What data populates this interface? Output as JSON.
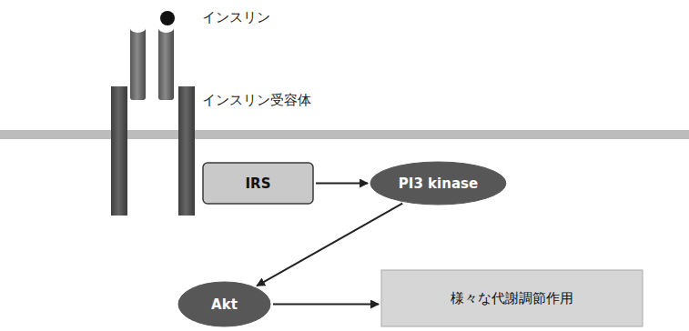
{
  "diagram": {
    "nodes": [
      {
        "text": [
          "IRS"
        ]
      },
      {
        "text": [
          "PI3 kinase"
        ]
      },
      {
        "text": [
          "Akt"
        ]
      },
      {
        "text": [
          "様々な代謝調節作用"
        ]
      }
    ],
    "edges": [
      {
        "from": 0,
        "to": 1,
        "arrow": "to"
      },
      {
        "from": 1,
        "to": 2,
        "arrow": "to"
      },
      {
        "from": 2,
        "to": 3,
        "arrow": "to"
      }
    ],
    "labels": [
      "インスリン",
      "インスリン受容体"
    ]
  }
}
